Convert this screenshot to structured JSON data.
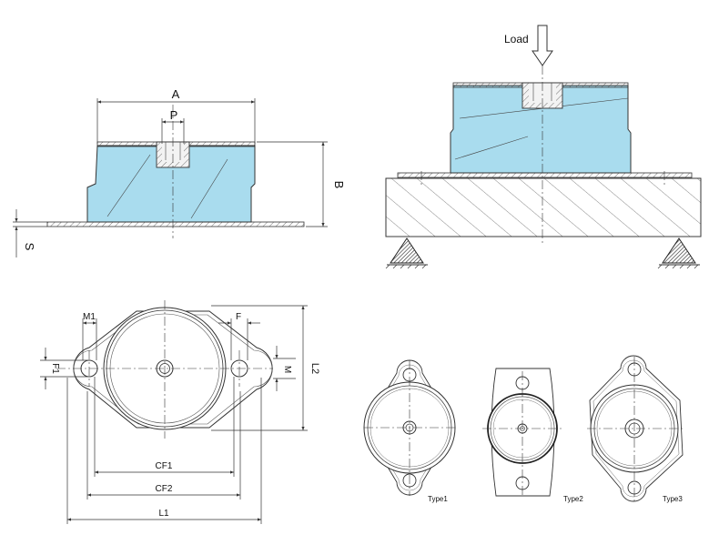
{
  "colors": {
    "rubber": "#a9dcee",
    "line": "#333333",
    "hatch": "#555555",
    "support": "#333333"
  },
  "side_view": {
    "dim_a": "A",
    "dim_p": "P",
    "dim_b": "B",
    "dim_s": "S"
  },
  "load_view": {
    "load_label": "Load"
  },
  "plan_view": {
    "dim_m1": "M1",
    "dim_f": "F",
    "dim_f1": "F1",
    "dim_m": "M",
    "dim_l2": "L2",
    "dim_cf1": "CF1",
    "dim_cf2": "CF2",
    "dim_l1": "L1"
  },
  "types": [
    {
      "label": "Type1"
    },
    {
      "label": "Type2"
    },
    {
      "label": "Type3"
    }
  ]
}
